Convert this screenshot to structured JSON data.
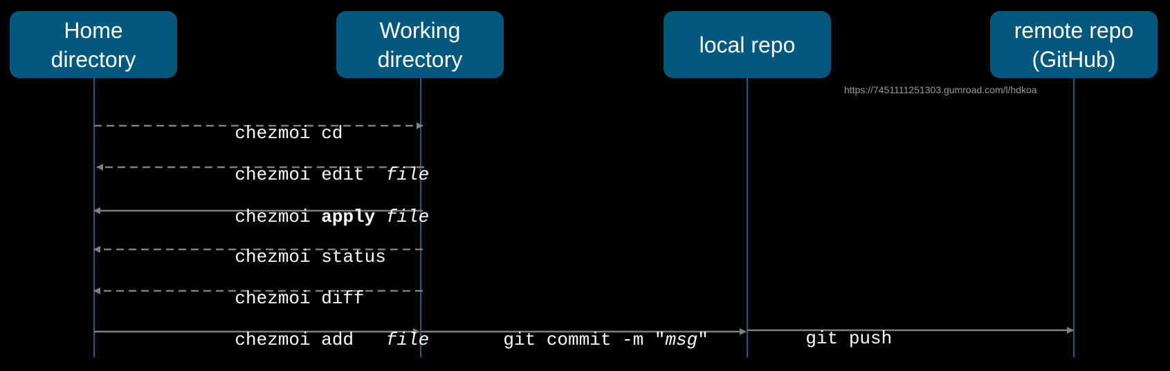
{
  "actors": [
    {
      "id": "home",
      "line1": "Home",
      "line2": "directory"
    },
    {
      "id": "working",
      "line1": "Working",
      "line2": "directory"
    },
    {
      "id": "local",
      "line1": "local repo",
      "line2": ""
    },
    {
      "id": "remote",
      "line1": "remote repo",
      "line2": "(GitHub)"
    }
  ],
  "watermark": "https://7451111251303.gumroad.com/l/hdkoa",
  "messages": [
    {
      "from": "home",
      "to": "working",
      "style": "dashed",
      "parts": [
        "chezmoi cd"
      ]
    },
    {
      "from": "working",
      "to": "home",
      "style": "dashed",
      "parts": [
        "chezmoi edit  ",
        "file"
      ]
    },
    {
      "from": "working",
      "to": "home",
      "style": "solid",
      "parts": [
        "chezmoi ",
        "apply",
        " ",
        "file"
      ]
    },
    {
      "from": "working",
      "to": "home",
      "style": "dashed",
      "parts": [
        "chezmoi status"
      ]
    },
    {
      "from": "working",
      "to": "home",
      "style": "dashed",
      "parts": [
        "chezmoi diff"
      ]
    },
    {
      "from": "home",
      "to": "working",
      "style": "solid",
      "parts": [
        "chezmoi add   ",
        "file"
      ]
    },
    {
      "from": "working",
      "to": "local",
      "style": "solid",
      "parts": [
        "git commit -m \"",
        "msg",
        "\""
      ]
    },
    {
      "from": "local",
      "to": "remote",
      "style": "solid",
      "parts": [
        "git push"
      ]
    }
  ],
  "colors": {
    "background": "#000000",
    "actor_fill": "#03587e",
    "lifeline": "#1d5f82",
    "arrow": "#808080",
    "text": "#ffffff",
    "watermark": "#9a9a9a"
  }
}
